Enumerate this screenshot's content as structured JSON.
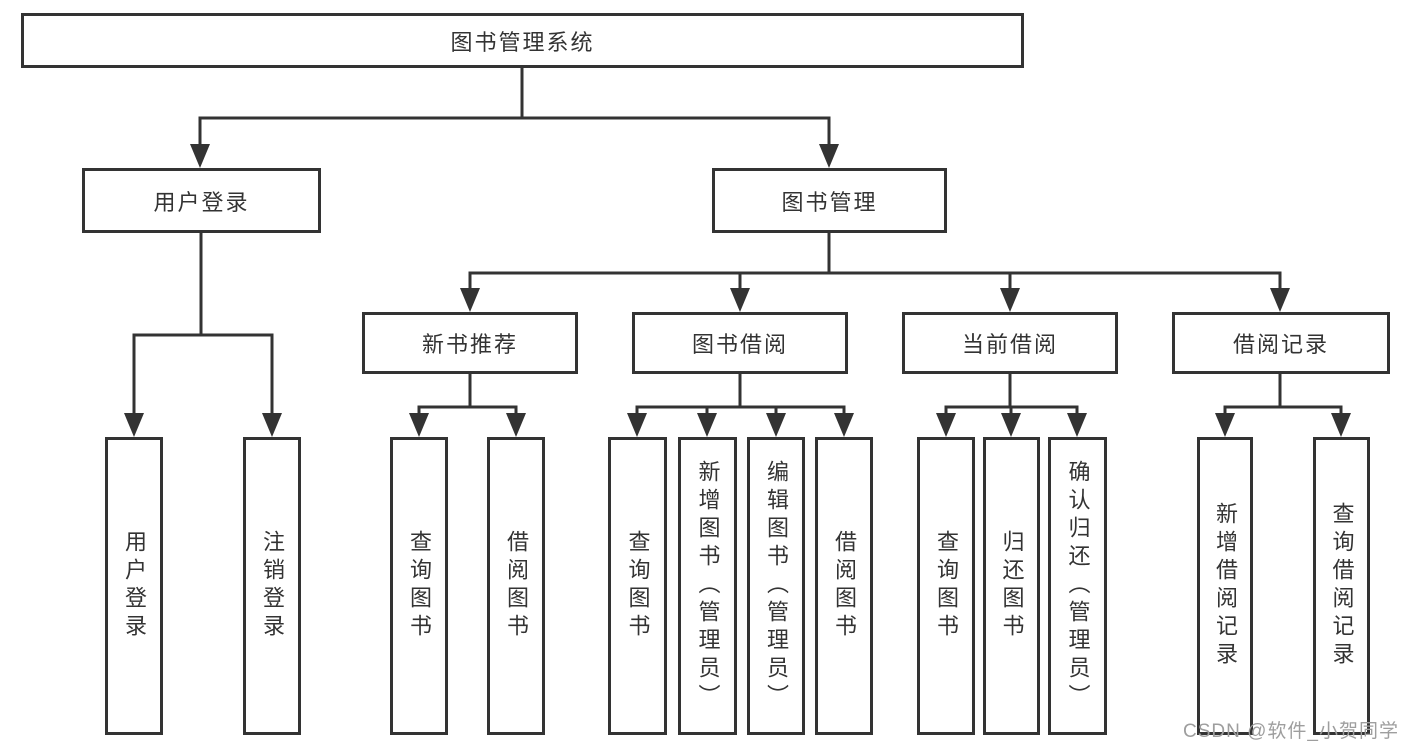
{
  "diagram": {
    "root": {
      "label": "图书管理系统"
    },
    "branches": [
      {
        "label": "用户登录",
        "children": [
          {
            "label": "用户登录"
          },
          {
            "label": "注销登录"
          }
        ]
      },
      {
        "label": "图书管理",
        "children": [
          {
            "label": "新书推荐",
            "children": [
              {
                "label": "查询图书"
              },
              {
                "label": "借阅图书"
              }
            ]
          },
          {
            "label": "图书借阅",
            "children": [
              {
                "label": "查询图书"
              },
              {
                "label": "新增图书（管理员）"
              },
              {
                "label": "编辑图书（管理员）"
              },
              {
                "label": "借阅图书"
              }
            ]
          },
          {
            "label": "当前借阅",
            "children": [
              {
                "label": "查询图书"
              },
              {
                "label": "归还图书"
              },
              {
                "label": "确认归还（管理员）"
              }
            ]
          },
          {
            "label": "借阅记录",
            "children": [
              {
                "label": "新增借阅记录"
              },
              {
                "label": "查询借阅记录"
              }
            ]
          }
        ]
      }
    ]
  },
  "watermark": {
    "text": "CSDN @软件_小贺同学"
  },
  "colors": {
    "line": "#333333",
    "box_border": "#333333",
    "text": "#333333",
    "watermark": "#9e9e9e",
    "background": "#ffffff"
  }
}
